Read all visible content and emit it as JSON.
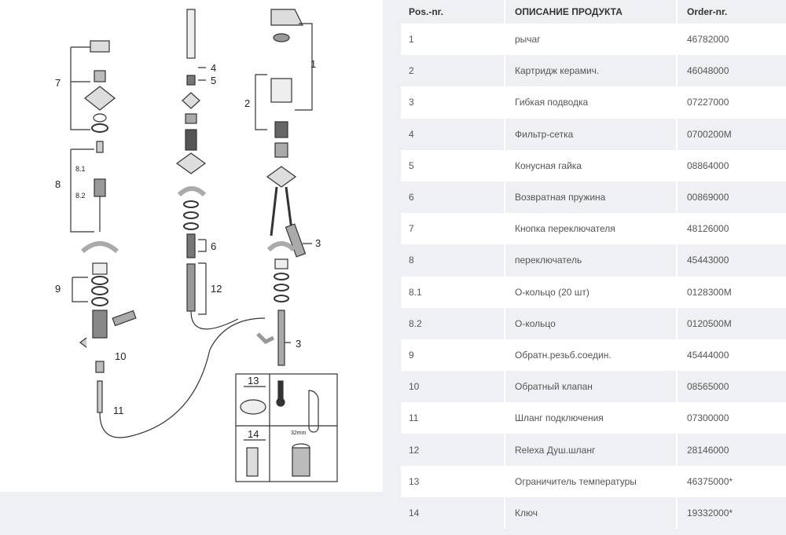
{
  "diagram": {
    "labels": [
      "1",
      "2",
      "3",
      "3",
      "4",
      "5",
      "6",
      "7",
      "8",
      "8.1",
      "8.2",
      "9",
      "10",
      "11",
      "12",
      "13",
      "14"
    ],
    "size_note": "32mm"
  },
  "table": {
    "headers": [
      "Pos.-nr.",
      "ОПИСАНИЕ ПРОДУКТА",
      "Order-nr."
    ],
    "rows": [
      {
        "pos": "1",
        "desc": "рычаг",
        "order": "46782000"
      },
      {
        "pos": "2",
        "desc": "Картридж керамич.",
        "order": "46048000"
      },
      {
        "pos": "3",
        "desc": "Гибкая подводка",
        "order": "07227000"
      },
      {
        "pos": "4",
        "desc": "Фильтр-сетка",
        "order": "0700200M"
      },
      {
        "pos": "5",
        "desc": "Конусная гайка",
        "order": "08864000"
      },
      {
        "pos": "6",
        "desc": "Возвратная пружина",
        "order": "00869000"
      },
      {
        "pos": "7",
        "desc": "Кнопка переключателя",
        "order": "48126000"
      },
      {
        "pos": "8",
        "desc": "переключатель",
        "order": "45443000"
      },
      {
        "pos": "8.1",
        "desc": "O-кольцо (20 шт)",
        "order": "0128300M"
      },
      {
        "pos": "8.2",
        "desc": "O-кольцо",
        "order": "0120500M"
      },
      {
        "pos": "9",
        "desc": "Обратн.резьб.соедин.",
        "order": "45444000"
      },
      {
        "pos": "10",
        "desc": "Обратный клапан",
        "order": "08565000"
      },
      {
        "pos": "11",
        "desc": "Шланг подключения",
        "order": "07300000"
      },
      {
        "pos": "12",
        "desc": "Relexa Душ.шланг",
        "order": "28146000"
      },
      {
        "pos": "13",
        "desc": "Ограничитель температуры",
        "order": "46375000*"
      },
      {
        "pos": "14",
        "desc": "Ключ",
        "order": "19332000*"
      }
    ]
  }
}
